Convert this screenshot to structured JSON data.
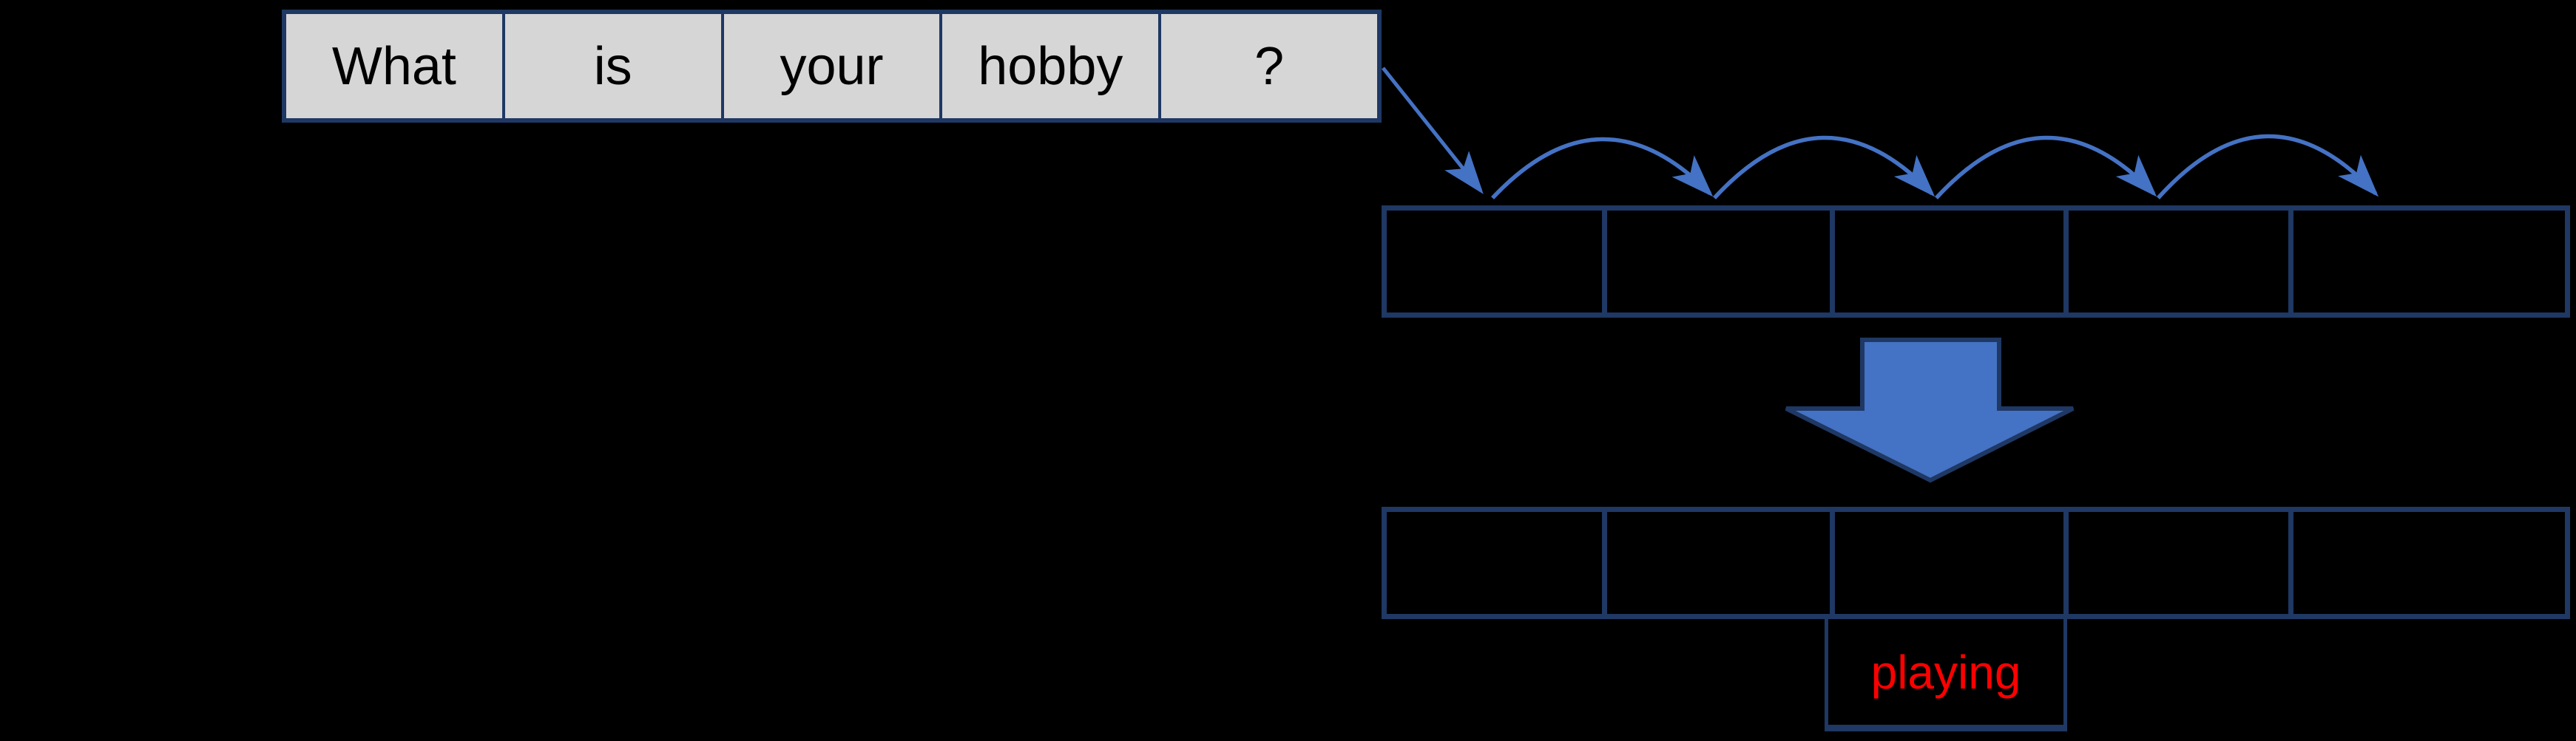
{
  "source_sentence": {
    "words": [
      "What",
      "is",
      "your",
      "hobby",
      "?"
    ]
  },
  "encoder_row": {
    "cell_count": 5,
    "cells": [
      "",
      "",
      "",
      "",
      ""
    ]
  },
  "output_row": {
    "cell_count": 5,
    "cells": [
      "",
      "",
      "",
      "",
      ""
    ]
  },
  "prediction": {
    "word": "playing"
  },
  "icons": {
    "sentence_to_cells": "diagonal-arrow-icon",
    "cell_hops": "arc-hop-arrow-icon",
    "transform": "block-down-arrow-icon"
  },
  "colors": {
    "background": "#000000",
    "cell_gray": "#d6d6d6",
    "dark_navy_border": "#1f3864",
    "accent_blue": "#4472c4",
    "prediction_red": "#ff0000",
    "word_text_black": "#000000"
  }
}
